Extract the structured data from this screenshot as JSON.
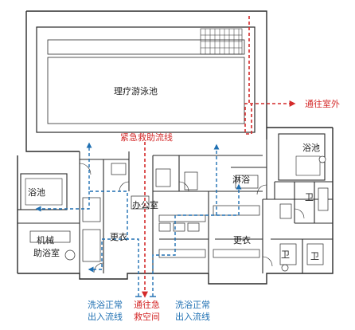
{
  "labels": {
    "pool": "理疗游泳池",
    "to_outdoors": "通往室外",
    "emergency_route": "紧急救助流线",
    "bath_pool_right": "浴池",
    "bath_pool_left": "浴池",
    "shower": "淋浴",
    "office": "办公室",
    "changing_left": "更衣",
    "changing_right": "更衣",
    "mech_bath_line1": "机械",
    "mech_bath_line2": "助浴室",
    "toilet_1": "卫",
    "toilet_2": "卫",
    "toilet_3": "卫"
  },
  "legend": {
    "left_line1": "洗浴正常",
    "left_line2": "出入流线",
    "mid_line1": "通往急",
    "mid_line2": "救空间",
    "right_line1": "洗浴正常",
    "right_line2": "出入流线"
  },
  "colors": {
    "wall": "#2a2a2a",
    "normal_route": "#1e6fb2",
    "emergency_route": "#d42a2a"
  }
}
